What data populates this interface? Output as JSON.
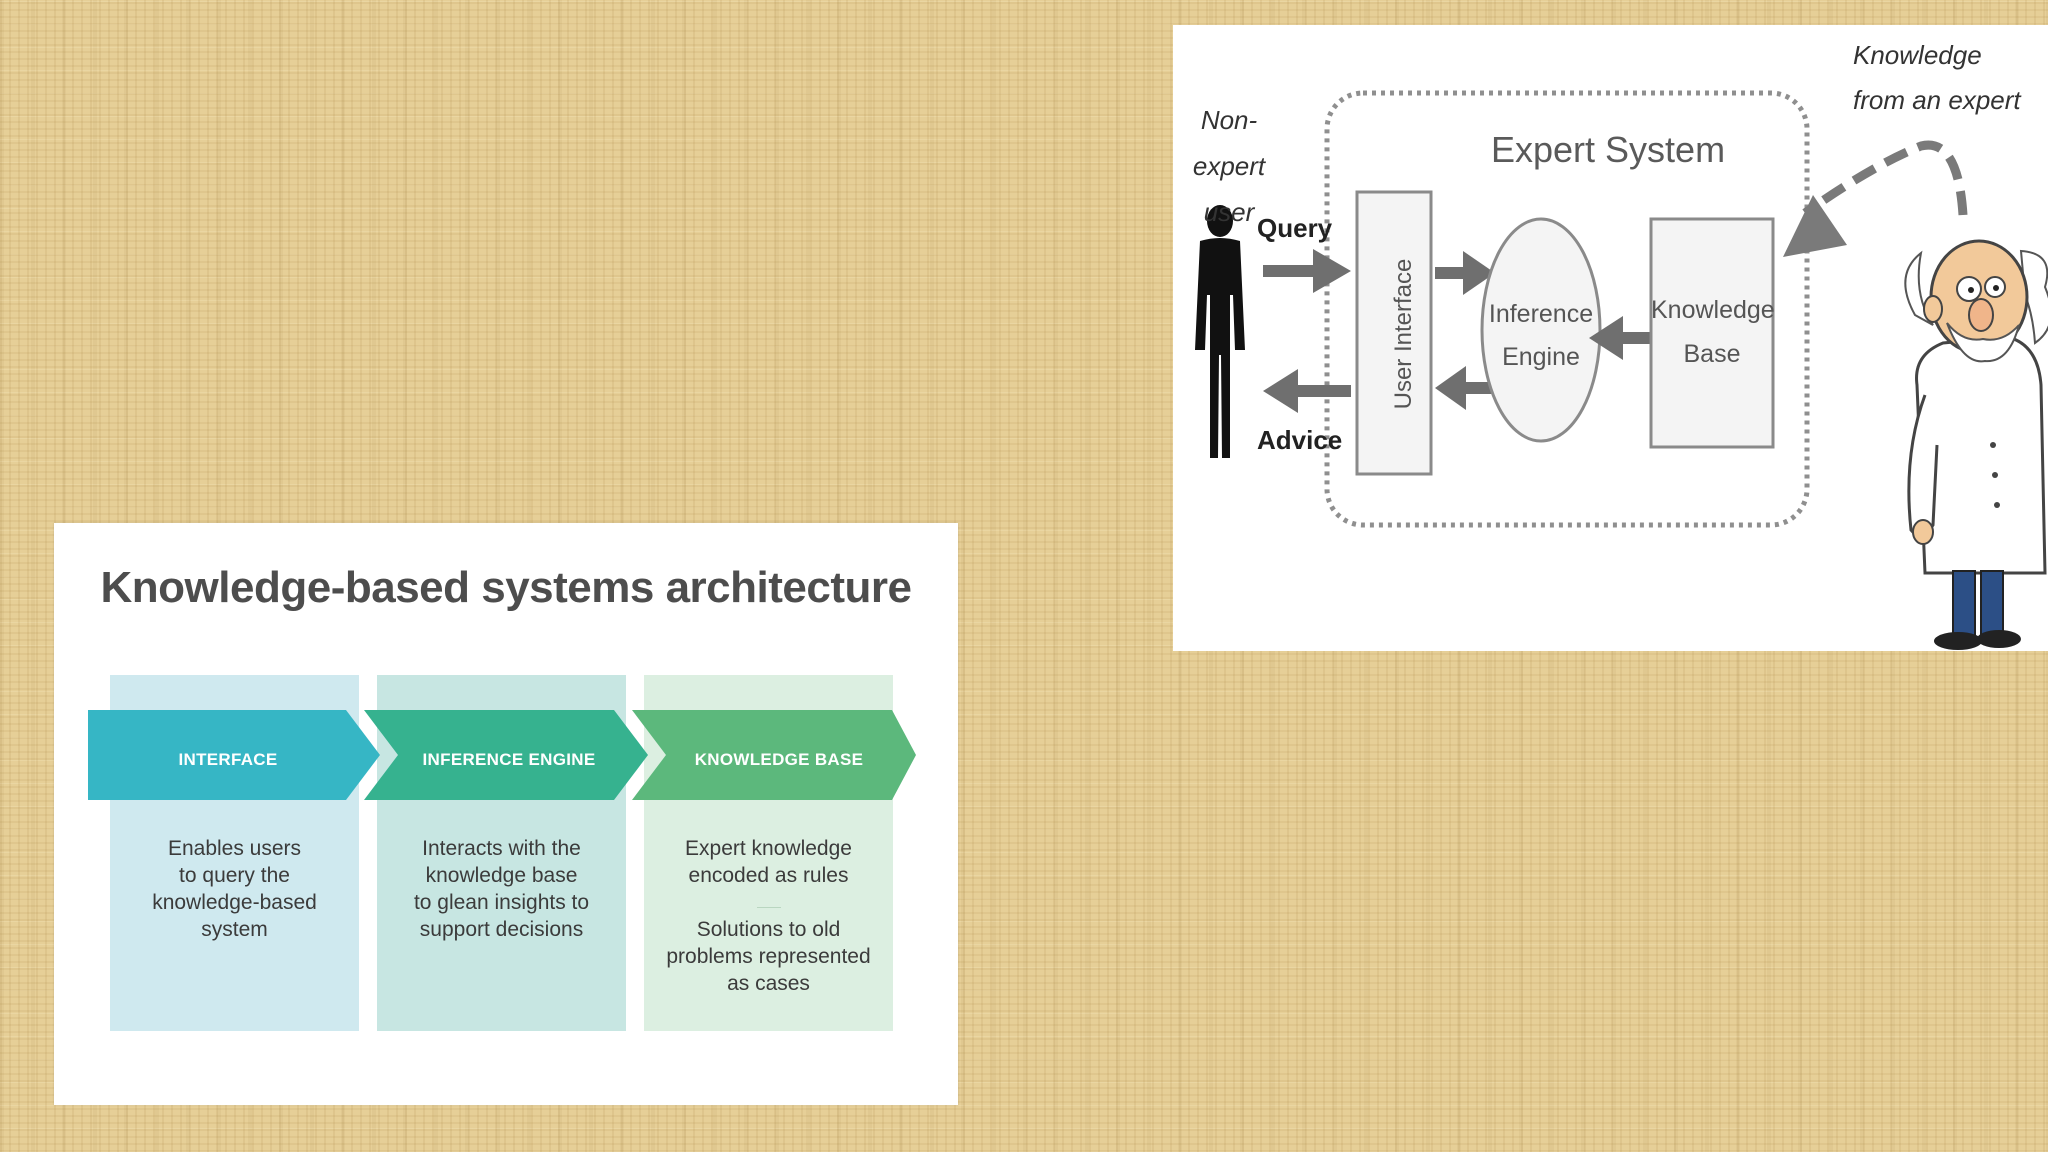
{
  "kbs": {
    "title": "Knowledge-based systems architecture",
    "columns": [
      {
        "label": "INTERFACE",
        "text": "Enables users\nto query the\nknowledge-based\nsystem"
      },
      {
        "label": "INFERENCE ENGINE",
        "text": "Interacts with the\nknowledge base\nto glean insights to\nsupport decisions"
      },
      {
        "label": "KNOWLEDGE BASE",
        "text": "Expert knowledge\nencoded as rules",
        "text2": "Solutions to old\nproblems represented\nas cases"
      }
    ],
    "colors": {
      "interface": "#36b6c5",
      "inference": "#36b28f",
      "knowledge": "#5cb87c"
    }
  },
  "expert_system": {
    "title": "Expert System",
    "user_label": "Non-expert\nuser",
    "query_label": "Query",
    "advice_label": "Advice",
    "ui_label": "User Interface",
    "engine_label": "Inference\nEngine",
    "kb_label": "Knowledge\nBase",
    "expert_label": "Knowledge\nfrom an expert"
  }
}
